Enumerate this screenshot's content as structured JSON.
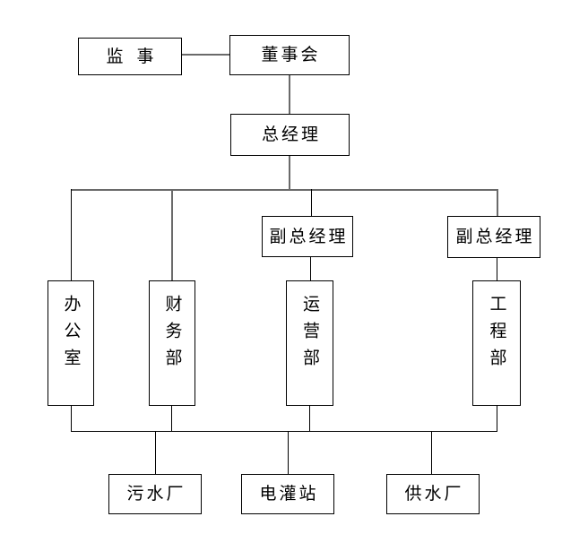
{
  "diagram": {
    "type": "org-chart",
    "background": "#ffffff",
    "colors": {
      "box_border": "#000000",
      "text": "#000000",
      "line_dark": "#000000",
      "line_gray": "#6a6a6a"
    },
    "nodes": {
      "supervisor": "监事",
      "board": "董事会",
      "general_manager": "总经理",
      "deputy_gm_left": "副总经理",
      "deputy_gm_right": "副总经理",
      "office": "办公室",
      "finance_dept": "财务部",
      "operations_dept": "运营部",
      "engineering_dept": "工程部",
      "sewage_plant": "污水厂",
      "electric_irrigation_station": "电灌站",
      "water_supply_plant": "供水厂"
    },
    "edges": [
      {
        "from": "supervisor",
        "to": "board"
      },
      {
        "from": "board",
        "to": "general_manager"
      },
      {
        "from": "general_manager",
        "to": "office"
      },
      {
        "from": "general_manager",
        "to": "finance_dept"
      },
      {
        "from": "general_manager",
        "to": "deputy_gm_left"
      },
      {
        "from": "general_manager",
        "to": "deputy_gm_right"
      },
      {
        "from": "deputy_gm_left",
        "to": "operations_dept"
      },
      {
        "from": "deputy_gm_right",
        "to": "engineering_dept"
      },
      {
        "from": "office",
        "to": "plants_bus"
      },
      {
        "from": "finance_dept",
        "to": "plants_bus"
      },
      {
        "from": "operations_dept",
        "to": "plants_bus"
      },
      {
        "from": "engineering_dept",
        "to": "plants_bus"
      },
      {
        "from": "plants_bus",
        "to": "sewage_plant"
      },
      {
        "from": "plants_bus",
        "to": "electric_irrigation_station"
      },
      {
        "from": "plants_bus",
        "to": "water_supply_plant"
      }
    ]
  }
}
